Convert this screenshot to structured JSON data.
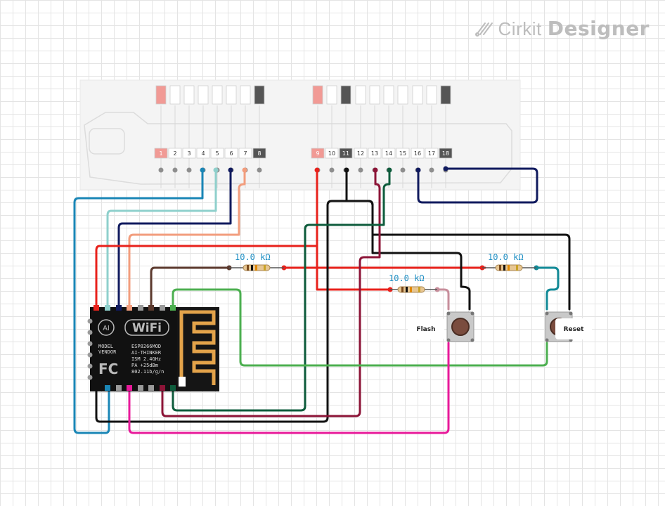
{
  "app": {
    "brand_prefix": "Cirkit",
    "brand_suffix": "Designer",
    "brand_icon": "cirkit-logo-icon"
  },
  "connector": {
    "pins_left": [
      "1",
      "2",
      "3",
      "4",
      "5",
      "6",
      "7",
      "8"
    ],
    "pins_right": [
      "9",
      "10",
      "11",
      "12",
      "13",
      "14",
      "15",
      "16",
      "17",
      "18"
    ]
  },
  "module": {
    "lines": [
      "ESP8266MOD",
      "AI-THINKER",
      "ISM   2.4GHz",
      "PA   +25dBm",
      "802.11b/g/n"
    ],
    "side_labels": [
      "MODEL",
      "VENDOR"
    ],
    "wifi_label": "WiFi",
    "fc_label": "FC",
    "ai_label": "AI"
  },
  "resistors": [
    {
      "label": "10.0 kΩ"
    },
    {
      "label": "10.0 kΩ"
    },
    {
      "label": "10.0 kΩ"
    }
  ],
  "buttons": [
    {
      "label": "Flash"
    },
    {
      "label": "Reset"
    }
  ],
  "colors": {
    "red": "#e8211b",
    "black": "#111111",
    "teal": "#1a86b6",
    "lightTeal": "#8fd0cc",
    "navy": "#101a5e",
    "salmon": "#f29d7d",
    "brown": "#5c3a2e",
    "green": "#4caf50",
    "darkGreen": "#0e5c3c",
    "maroon": "#8c1437",
    "pink": "#e8199a",
    "mauve": "#c78e9b",
    "cyan": "#128a97"
  }
}
